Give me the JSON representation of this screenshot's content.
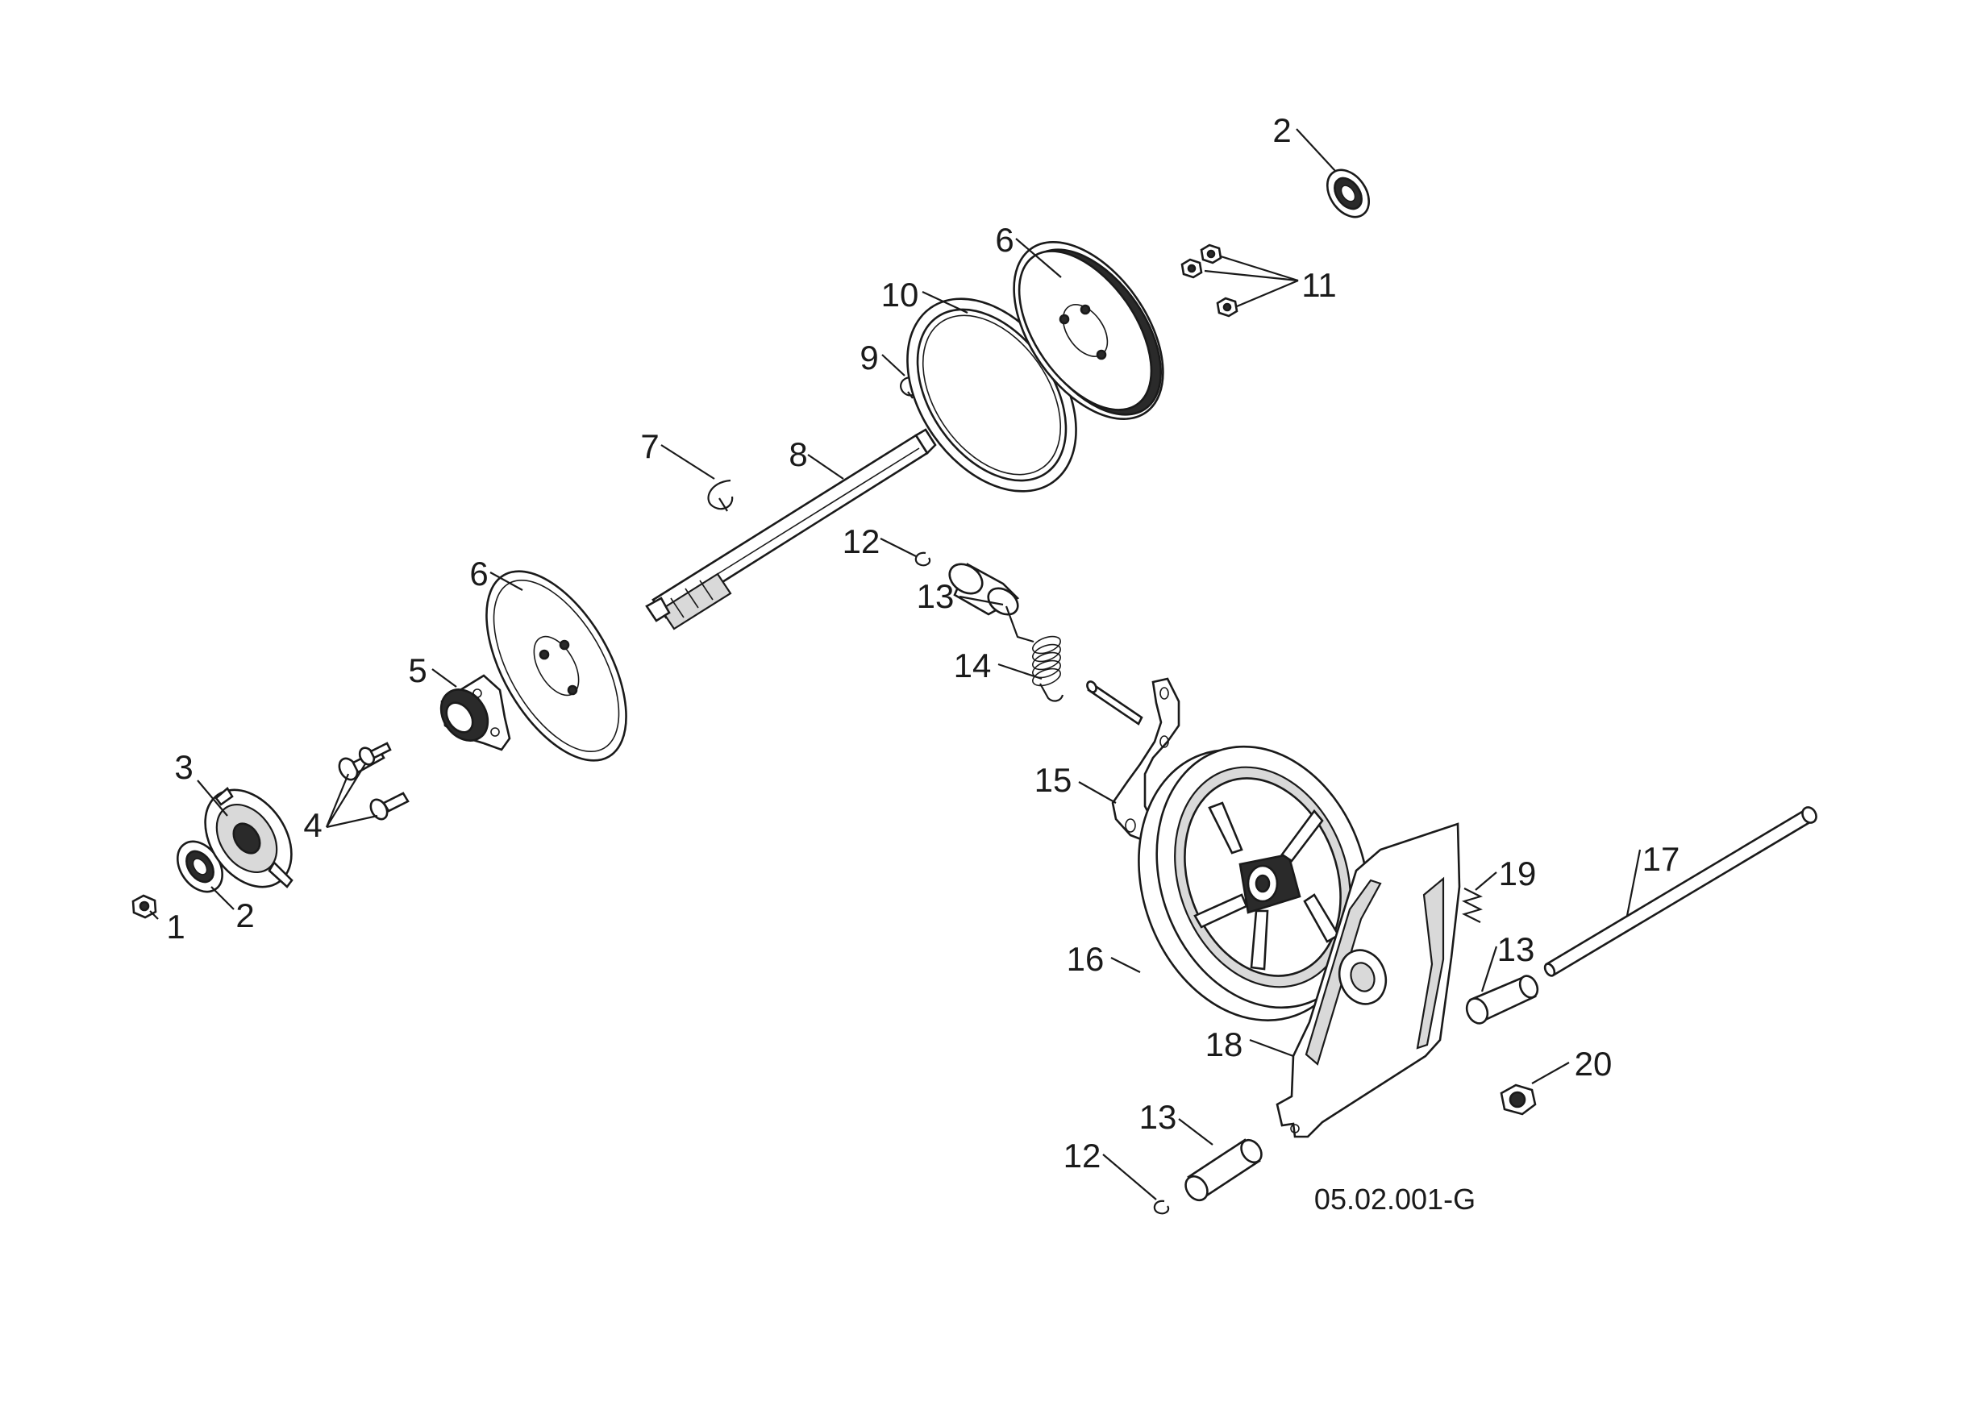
{
  "diagram": {
    "drawing_code": "05.02.001-G",
    "callouts": [
      {
        "id": "c1",
        "label": "1"
      },
      {
        "id": "c2a",
        "label": "2"
      },
      {
        "id": "c2b",
        "label": "2"
      },
      {
        "id": "c3",
        "label": "3"
      },
      {
        "id": "c4",
        "label": "4"
      },
      {
        "id": "c5",
        "label": "5"
      },
      {
        "id": "c6a",
        "label": "6"
      },
      {
        "id": "c6b",
        "label": "6"
      },
      {
        "id": "c7",
        "label": "7"
      },
      {
        "id": "c8",
        "label": "8"
      },
      {
        "id": "c9",
        "label": "9"
      },
      {
        "id": "c10",
        "label": "10"
      },
      {
        "id": "c11",
        "label": "11"
      },
      {
        "id": "c12a",
        "label": "12"
      },
      {
        "id": "c12b",
        "label": "12"
      },
      {
        "id": "c13a",
        "label": "13"
      },
      {
        "id": "c13b",
        "label": "13"
      },
      {
        "id": "c13c",
        "label": "13"
      },
      {
        "id": "c14",
        "label": "14"
      },
      {
        "id": "c15",
        "label": "15"
      },
      {
        "id": "c16",
        "label": "16"
      },
      {
        "id": "c17",
        "label": "17"
      },
      {
        "id": "c18",
        "label": "18"
      },
      {
        "id": "c19",
        "label": "19"
      },
      {
        "id": "c20",
        "label": "20"
      }
    ]
  }
}
